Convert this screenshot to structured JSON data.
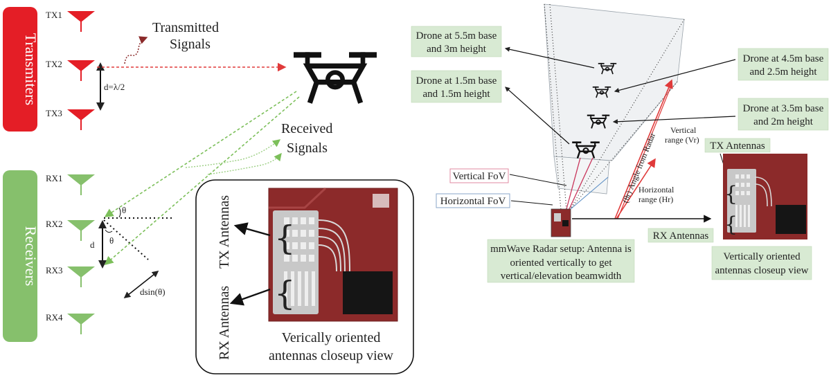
{
  "left": {
    "transmitters_label": "Transmiters",
    "receivers_label": "Receivers",
    "tx_labels": [
      "TX1",
      "TX2",
      "TX3"
    ],
    "rx_labels": [
      "RX1",
      "RX2",
      "RX3",
      "RX4"
    ],
    "spacing_tx": "d=λ/2",
    "spacing_rx": "d",
    "theta_top": "θ",
    "theta_mid": "θ",
    "dsin": "dsin(θ)",
    "transmitted_line1": "Transmitted",
    "transmitted_line2": "Signals",
    "received_line1": "Received",
    "received_line2": "Signals",
    "closeup_tx": "TX Antennas",
    "closeup_rx": "RX Antennas",
    "closeup_caption_line1": "Verically oriented",
    "closeup_caption_line2": "antennas closeup view"
  },
  "right": {
    "drone_55": [
      "Drone at 5.5m base",
      "and 3m height"
    ],
    "drone_15": [
      "Drone at 1.5m base",
      "and 1.5m height"
    ],
    "drone_45": [
      "Drone at 4.5m base",
      "and 2.5m height"
    ],
    "drone_35": [
      "Drone at 3.5m base",
      "and 2m height"
    ],
    "vertical_fov": "Vertical FoV",
    "horizontal_fov": "Horizontal FoV",
    "vertical_range": [
      "Vertical",
      "range (Vr)"
    ],
    "angle_from_radar": "(θr) Angle from Radar",
    "horizontal_range": [
      "Horizontal",
      "range (Hr)"
    ],
    "tx_antennas": "TX Antennas",
    "rx_antennas": "RX Antennas",
    "radar_setup": [
      "mmWave Radar setup: Antenna is",
      "oriented vertically to get",
      "vertical/elevation beamwidth"
    ],
    "closeup": [
      "Vertically oriented",
      "antennas closeup view"
    ]
  },
  "colors": {
    "tx_red": "#e41e26",
    "rx_green": "#86c06c",
    "label_green": "#d8ead3",
    "arrow_red": "#e03a3a",
    "pcb_red": "#8c2a2a"
  }
}
